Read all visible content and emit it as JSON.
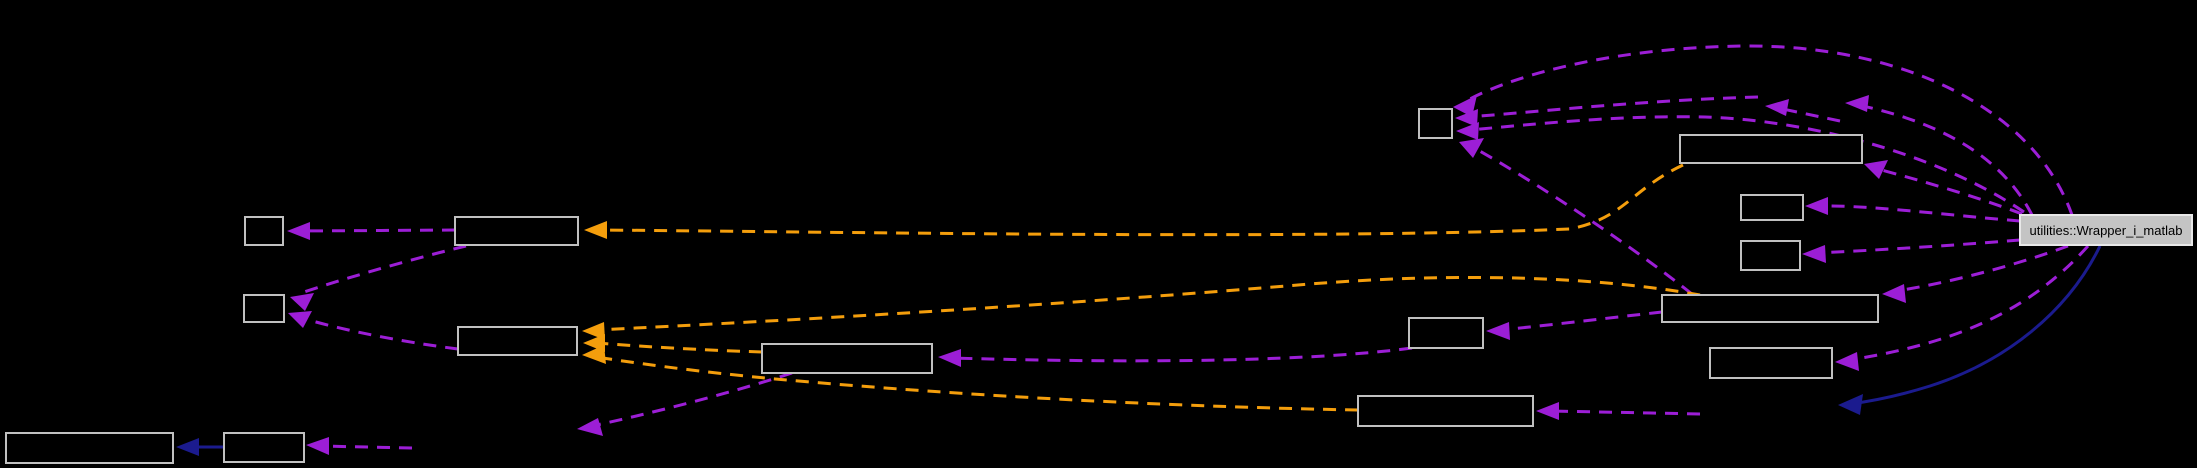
{
  "diagram": {
    "type": "collaboration-graph",
    "background_color": "#000000",
    "main_node": {
      "label": "utilities::Wrapper_i_matlab",
      "fill": "#c4c4c4",
      "border": "#e8e8e8",
      "text_color": "#000000"
    },
    "colors": {
      "usage_edge": "#9c1ed6",
      "template_edge": "#f49e0c",
      "inheritance_edge": "#1b1b8e",
      "node_border": "#c0c0c0",
      "node_fill": "#000000"
    },
    "nodes": [
      {
        "id": "left-small-top",
        "label": ""
      },
      {
        "id": "left-wide-top",
        "label": ""
      },
      {
        "id": "left-small-mid",
        "label": ""
      },
      {
        "id": "left-wide-mid",
        "label": ""
      },
      {
        "id": "bottom-wide",
        "label": ""
      },
      {
        "id": "bottom-small",
        "label": ""
      },
      {
        "id": "middle-wide",
        "label": ""
      },
      {
        "id": "right-small-top",
        "label": ""
      },
      {
        "id": "right-wide-1",
        "label": ""
      },
      {
        "id": "right-small-1",
        "label": ""
      },
      {
        "id": "right-small-2",
        "label": ""
      },
      {
        "id": "right-wide-2",
        "label": ""
      },
      {
        "id": "right-small-3",
        "label": ""
      },
      {
        "id": "right-box-3",
        "label": ""
      },
      {
        "id": "right-wide-4",
        "label": ""
      },
      {
        "id": "main",
        "label": "utilities::Wrapper_i_matlab"
      }
    ],
    "edges": [
      {
        "id": "inherit-main-base",
        "kind": "inheritance",
        "from": "main",
        "to": "hidden-base"
      },
      {
        "id": "inherit-bottom",
        "kind": "inheritance",
        "from": "bottom-small",
        "to": "bottom-wide"
      },
      {
        "id": "usage-arc-top",
        "kind": "usage",
        "from": "main",
        "to": "right-small-top"
      },
      {
        "id": "usage-main-hidden-top",
        "kind": "usage",
        "from": "main",
        "to": "hidden-top"
      },
      {
        "id": "usage-hidden-top-2",
        "kind": "usage",
        "from": "hidden-top",
        "to": "hidden-top-2"
      },
      {
        "id": "usage-hidden-rsmalltop",
        "kind": "usage",
        "from": "hidden-top-2",
        "to": "right-small-top"
      },
      {
        "id": "usage-main-rsmalltop-2",
        "kind": "usage",
        "from": "main",
        "to": "right-small-top"
      },
      {
        "id": "usage-rwide2-rsmalltop",
        "kind": "usage",
        "from": "right-wide-2",
        "to": "right-small-top"
      },
      {
        "id": "usage-main-rwide1",
        "kind": "usage",
        "from": "main",
        "to": "right-wide-1"
      },
      {
        "id": "usage-main-rsmall1",
        "kind": "usage",
        "from": "main",
        "to": "right-small-1"
      },
      {
        "id": "usage-main-rsmall2",
        "kind": "usage",
        "from": "main",
        "to": "right-small-2"
      },
      {
        "id": "usage-main-rwide2",
        "kind": "usage",
        "from": "main",
        "to": "right-wide-2"
      },
      {
        "id": "usage-main-rbox3",
        "kind": "usage",
        "from": "main",
        "to": "right-box-3"
      },
      {
        "id": "usage-rwide2-rsmall3",
        "kind": "usage",
        "from": "right-wide-2",
        "to": "right-small-3"
      },
      {
        "id": "usage-hidden-rwide4",
        "kind": "usage",
        "from": "hidden-base",
        "to": "right-wide-4"
      },
      {
        "id": "usage-middle",
        "kind": "usage",
        "from": "right-small-3",
        "to": "middle-wide"
      },
      {
        "id": "usage-middle-hidden",
        "kind": "usage",
        "from": "middle-wide",
        "to": "hidden-bottom"
      },
      {
        "id": "usage-hidden-bsmall",
        "kind": "usage",
        "from": "hidden-bottom",
        "to": "bottom-small"
      },
      {
        "id": "usage-lwide-lsmalltop",
        "kind": "usage",
        "from": "left-wide-top",
        "to": "left-small-top"
      },
      {
        "id": "usage-lwide-lsmallmid",
        "kind": "usage",
        "from": "left-wide-top",
        "to": "left-small-mid"
      },
      {
        "id": "usage-lwidemid-lsmallmid",
        "kind": "usage",
        "from": "left-wide-mid",
        "to": "left-small-mid"
      },
      {
        "id": "template-rwide1-lwide",
        "kind": "template",
        "from": "right-wide-1",
        "to": "left-wide-top"
      },
      {
        "id": "template-rwide2-lwidemid",
        "kind": "template",
        "from": "right-wide-2",
        "to": "left-wide-mid"
      },
      {
        "id": "template-middle-lwidemid",
        "kind": "template",
        "from": "middle-wide",
        "to": "left-wide-mid"
      },
      {
        "id": "template-rwide4-lwidemid",
        "kind": "template",
        "from": "right-wide-4",
        "to": "left-wide-mid"
      }
    ]
  }
}
